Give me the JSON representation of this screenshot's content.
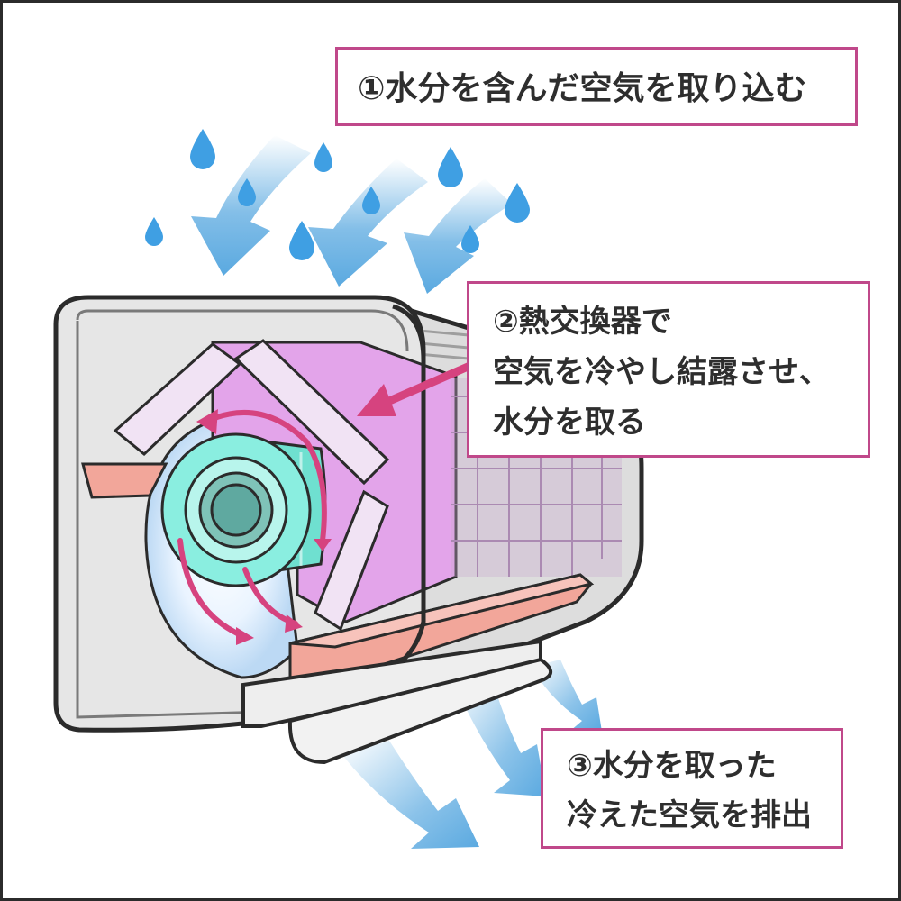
{
  "steps": {
    "intake": "①水分を含んだ空気を取り込む",
    "condense": [
      "②熱交換器で",
      "空気を冷やし結露させ、",
      "水分を取る"
    ],
    "exhaust": [
      "③水分を取った",
      "冷えた空気を排出"
    ]
  },
  "colors": {
    "label_border": "#c0488a",
    "heat_exchanger": "#e3a4ea",
    "heat_exchanger_panel": "#f1e3f4",
    "fan": "#8aeee0",
    "fan_core": "#5fa9a0",
    "rotation_arrow": "#d6437f",
    "drain_pan": "#f2a69a",
    "water_drop": "#3f9fe3",
    "air_flow": "#5aa9e0",
    "unit_body": "#e6e6e6",
    "outline": "#2b2b2b"
  },
  "icons": {
    "water_drop": "water-drop-icon",
    "air_flow": "air-flow-arrow-icon",
    "rotation": "rotation-arrow-icon",
    "pointer": "pointer-arrow-icon"
  }
}
